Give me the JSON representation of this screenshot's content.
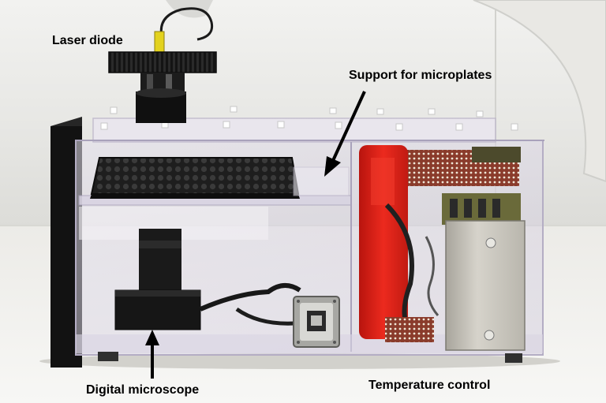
{
  "labels": {
    "laser_diode": "Laser diode",
    "support_microplates": "Support for microplates",
    "digital_microscope": "Digital microscope",
    "temperature_control": "Temperature control"
  },
  "colors": {
    "background_wall": "#ededeb",
    "acrylic_tint": "#cfc9dc",
    "black_parts": "#151515",
    "red_housing": "#e2231a",
    "pcb_green": "#6a6a3a",
    "metal_box": "#c9c6bd",
    "label_text": "#000000"
  }
}
